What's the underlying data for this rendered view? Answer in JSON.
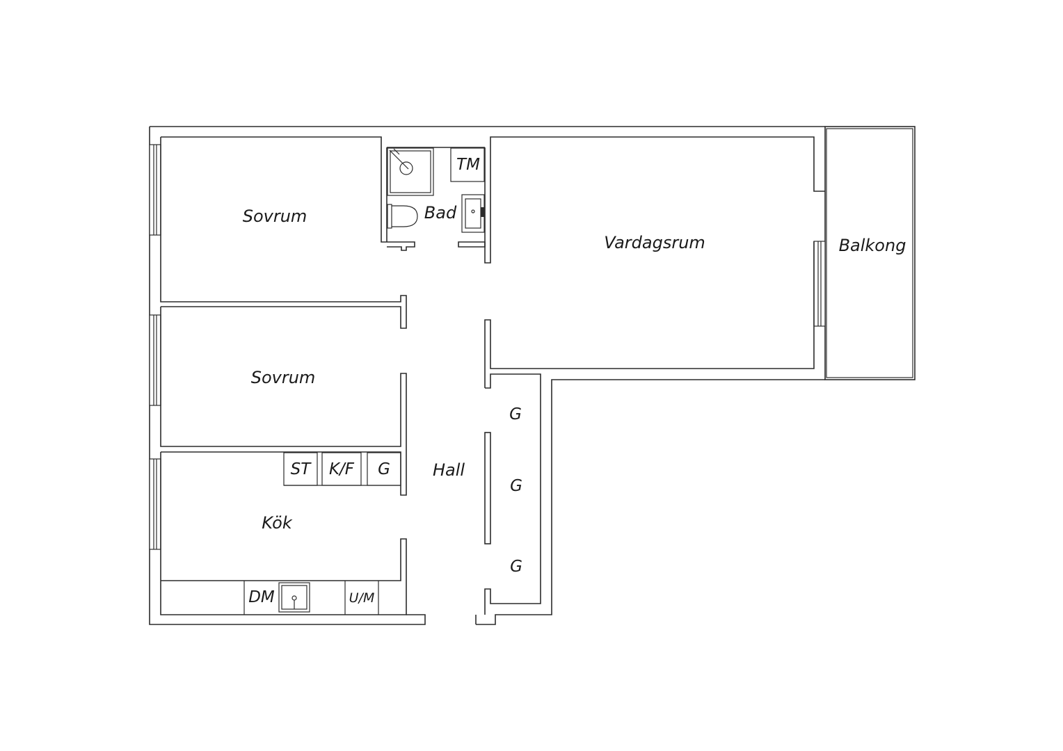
{
  "rooms": {
    "sovrum_1": "Sovrum",
    "sovrum_2": "Sovrum",
    "bad": "Bad",
    "vardagsrum": "Vardagsrum",
    "balkong": "Balkong",
    "kok": "Kök",
    "hall": "Hall"
  },
  "fixtures": {
    "tm": "TM",
    "st": "ST",
    "kf": "K/F",
    "g_kitchen": "G",
    "g_closet_1": "G",
    "g_closet_2": "G",
    "g_closet_3": "G",
    "dm": "DM",
    "um": "U/M"
  }
}
